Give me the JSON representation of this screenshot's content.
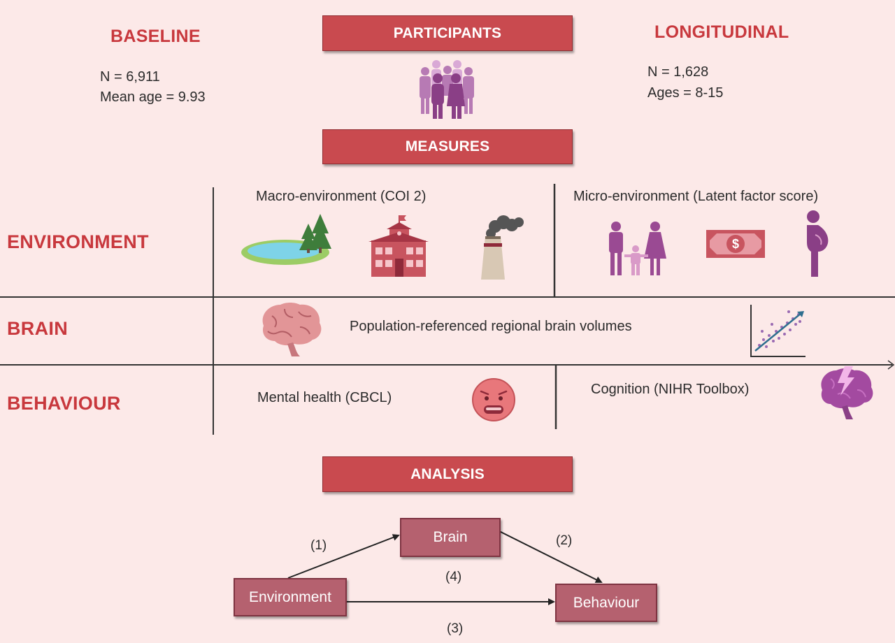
{
  "participants": {
    "title": "PARTICIPANTS",
    "baseline": {
      "title": "BASELINE",
      "n": "N = 6,911",
      "age": "Mean age = 9.93"
    },
    "longitudinal": {
      "title": "LONGITUDINAL",
      "n": "N = 1,628",
      "age": "Ages = 8-15"
    }
  },
  "measures": {
    "title": "MEASURES",
    "rows": {
      "environment": {
        "title": "ENVIRONMENT",
        "macro": "Macro-environment (COI 2)",
        "micro": "Micro-environment (Latent factor score)"
      },
      "brain": {
        "title": "BRAIN",
        "description": "Population-referenced regional brain volumes"
      },
      "behaviour": {
        "title": "BEHAVIOUR",
        "mental": "Mental health (CBCL)",
        "cognition": "Cognition (NIHR Toolbox)"
      }
    }
  },
  "analysis": {
    "title": "ANALYSIS",
    "nodes": {
      "brain": "Brain",
      "environment": "Environment",
      "behaviour": "Behaviour"
    },
    "paths": {
      "p1": "(1)",
      "p2": "(2)",
      "p3": "(3)",
      "p4": "(4)"
    }
  },
  "colors": {
    "background": "#fce9e8",
    "header_box": "#c94a4f",
    "title_red": "#c8383d",
    "node": "#b5616f",
    "icon_purple": "#9a4a93",
    "icon_pink": "#c8545f"
  },
  "icons": [
    "people-group-icon",
    "lake-trees-icon",
    "school-icon",
    "factory-icon",
    "family-icon",
    "money-icon",
    "pregnant-woman-icon",
    "brain-icon",
    "scatter-plot-icon",
    "worried-face-icon",
    "brain-lightning-icon"
  ]
}
